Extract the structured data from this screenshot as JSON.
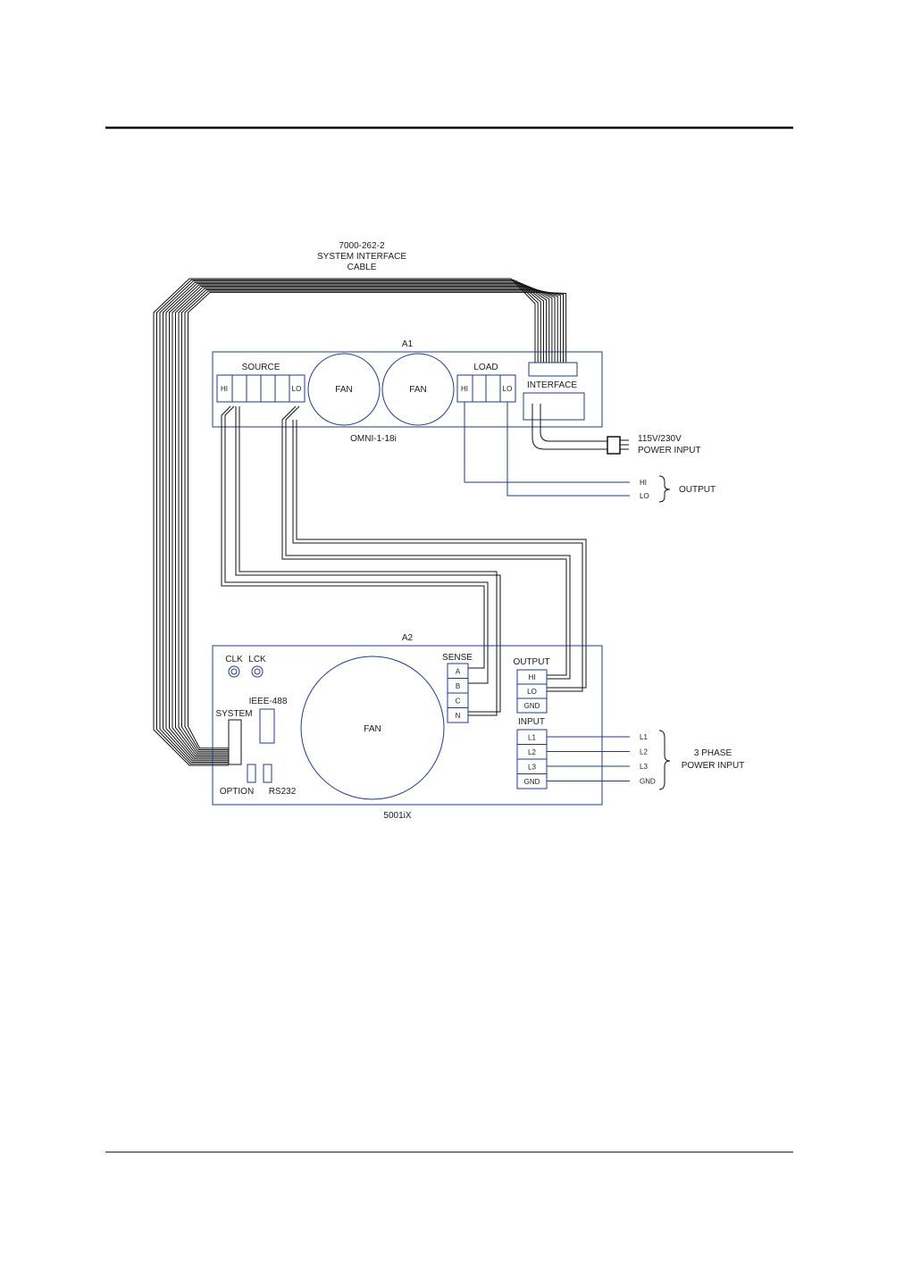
{
  "cable": {
    "part_number": "7000-262-2",
    "name_line1": "SYSTEM INTERFACE",
    "name_line2": "CABLE"
  },
  "a1": {
    "ref": "A1",
    "model": "OMNI-1-18i",
    "source_label": "SOURCE",
    "source_hi": "HI",
    "source_lo": "LO",
    "fan1": "FAN",
    "fan2": "FAN",
    "load_label": "LOAD",
    "load_hi": "HI",
    "load_lo": "LO",
    "interface_label": "INTERFACE",
    "power_line1": "115V/230V",
    "power_line2": "POWER INPUT",
    "out_hi": "HI",
    "out_lo": "LO",
    "output_label": "OUTPUT"
  },
  "a2": {
    "ref": "A2",
    "model": "5001iX",
    "clk": "CLK",
    "lck": "LCK",
    "ieee": "IEEE-488",
    "system": "SYSTEM",
    "option": "OPTION",
    "rs232": "RS232",
    "fan": "FAN",
    "sense_label": "SENSE",
    "sense_pins": [
      "A",
      "B",
      "C",
      "N"
    ],
    "output_label": "OUTPUT",
    "output_pins": [
      "HI",
      "LO",
      "GND"
    ],
    "input_label": "INPUT",
    "input_pins": [
      "L1",
      "L2",
      "L3",
      "GND"
    ],
    "input_lines": [
      "L1",
      "L2",
      "L3",
      "GND"
    ],
    "phase_line1": "3 PHASE",
    "phase_line2": "POWER INPUT"
  }
}
